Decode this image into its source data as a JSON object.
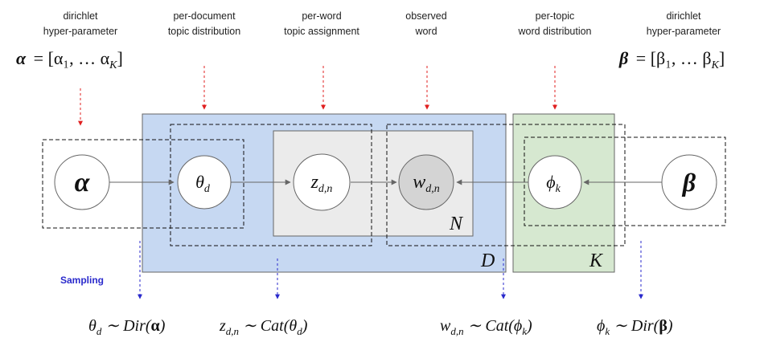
{
  "columns": [
    {
      "caption_line1": "dirichlet",
      "caption_line2": "hyper-parameter"
    },
    {
      "caption_line1": "per-document",
      "caption_line2": "topic distribution"
    },
    {
      "caption_line1": "per-word",
      "caption_line2": "topic assignment"
    },
    {
      "caption_line1": "observed",
      "caption_line2": "word"
    },
    {
      "caption_line1": "per-topic",
      "caption_line2": "word distribution"
    },
    {
      "caption_line1": "dirichlet",
      "caption_line2": "hyper-parameter"
    }
  ],
  "alpha_vector": {
    "lhs": "α",
    "rhs": "= [α₁, … α",
    "sub": "K",
    "close": "]"
  },
  "beta_vector": {
    "lhs": "β",
    "rhs": "= [β₁, … β",
    "sub": "K",
    "close": "]"
  },
  "nodes": {
    "alpha": {
      "symbol": "α"
    },
    "theta": {
      "symbol": "θ",
      "sub": "d"
    },
    "z": {
      "symbol": "z",
      "sub": "d,n"
    },
    "w": {
      "symbol": "w",
      "sub": "d,n"
    },
    "phi": {
      "symbol": "ϕ",
      "sub": "k"
    },
    "beta": {
      "symbol": "β"
    }
  },
  "plates": {
    "N": "N",
    "D": "D",
    "K": "K"
  },
  "sampling_label": "Sampling",
  "equations": {
    "theta": {
      "sym": "θ",
      "sub": "d",
      "rhs": " ∼ Dir(",
      "arg": "α",
      "end": ")"
    },
    "z": {
      "sym": "z",
      "sub": "d,n",
      "rhs": " ∼ Cat(θ",
      "arg_sub": "d",
      "end": ")"
    },
    "w": {
      "sym": "w",
      "sub": "d,n",
      "rhs": " ∼ Cat(ϕ",
      "arg_sub": "k",
      "end": ")"
    },
    "phi": {
      "sym": "ϕ",
      "sub": "k",
      "rhs": " ∼ Dir(",
      "arg": "β",
      "end": ")"
    }
  },
  "colors": {
    "plate_D": "#c6d8f2",
    "plate_K": "#d6e8d0",
    "plate_N": "#ebebeb",
    "observed_node": "#d4d4d4",
    "red_arrow": "#e02020",
    "blue_arrow": "#2a2acc"
  }
}
